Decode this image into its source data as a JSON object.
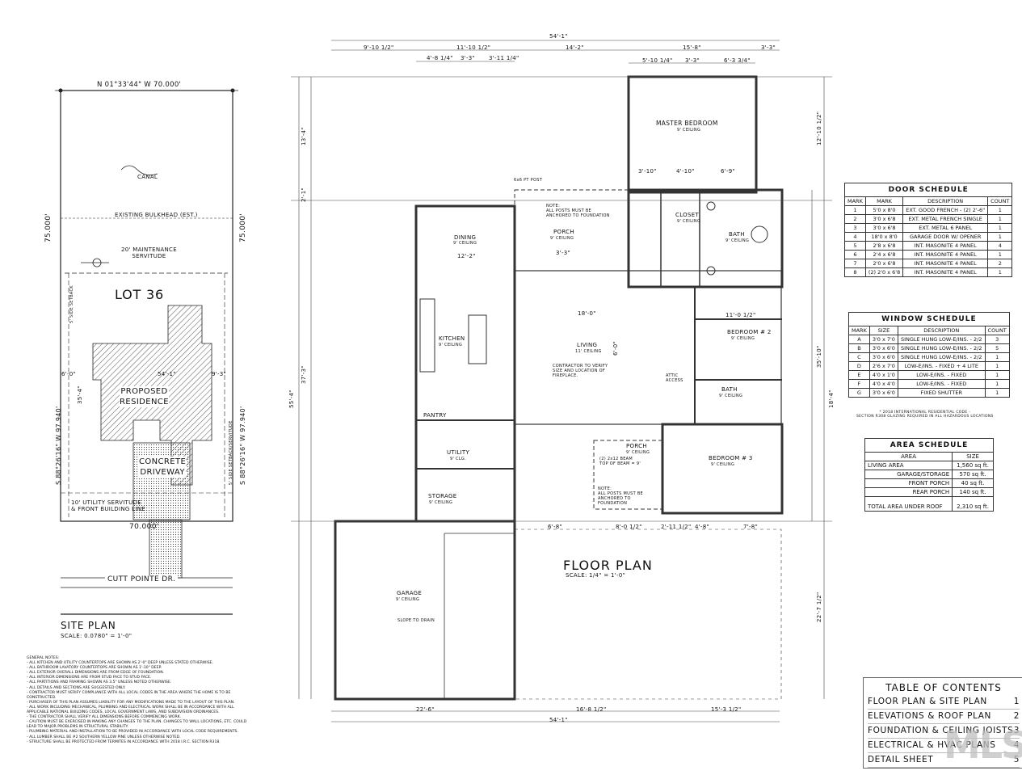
{
  "site_plan": {
    "north_bearing": "N 01°33'44\" W 70.000'",
    "canal": "CANAL",
    "bulkhead": "EXISTING BULKHEAD (EST.)",
    "maintenance_servitude": "20' MAINTENANCE\nSERVITUDE",
    "lot_label": "LOT 36",
    "left_dim": "75.000'",
    "right_dim": "75.000'",
    "left_bearing": "S 88°26'16\" W 97.940'",
    "right_bearing": "S 88°26'16\" W 97.940'",
    "side_setback": "5' SIDE SETBACK",
    "side_setback_right": "5' SIDE SETBACK/SERVITUDE",
    "house_width": "54'-1\"",
    "left_offset": "6'-0\"",
    "right_offset": "9'-3\"",
    "depth_dim": "35'-4\"",
    "proposed_residence": "PROPOSED\nRESIDENCE",
    "driveway": "CONCRETE\nDRIVEWAY",
    "utility_servitude": "10' UTILITY SERVITUDE\n& FRONT BUILDING LINE",
    "front_dim": "70.000'",
    "street": "CUTT POINTE DR.",
    "title": "SITE PLAN",
    "scale": "SCALE: 0.0780\" = 1'-0\""
  },
  "floor_plan": {
    "title": "FLOOR PLAN",
    "scale": "SCALE: 1/4\" = 1'-0\"",
    "overall_top": "54'-1\"",
    "overall_bottom": "54'-1\"",
    "top_dims": [
      "9'-10 1/2\"",
      "11'-10 1/2\"",
      "14'-2\"",
      "15'-8\"",
      "3'-3\""
    ],
    "top_sub_dims": [
      "4'-8 1/4\"",
      "3'-3\"",
      "3'-11 1/4\""
    ],
    "mb_top_dims": [
      "5'-10 1/4\"",
      "3'-3\"",
      "6'-3 3/4\""
    ],
    "bottom_dims": [
      "22'-6\"",
      "16'-8 1/2\"",
      "15'-3 1/2\""
    ],
    "left_dims": [
      "13'-4\"",
      "2'-1\"",
      "37'-3\"",
      "55'-4\""
    ],
    "right_dims": [
      "12'-10 1/2\"",
      "35'-10\"",
      "18'-4\"",
      "22'-7 1/2\""
    ],
    "rooms": {
      "master_bedroom": "MASTER BEDROOM",
      "master_ceiling": "9' CEILING",
      "closet": "CLOSET",
      "closet_ceiling": "9' CEILING",
      "bath": "BATH",
      "bath_ceiling": "9' CEILING",
      "dining": "DINING",
      "dining_ceiling": "9' CEILING",
      "porch": "PORCH",
      "porch_ceiling": "9' CEILING",
      "kitchen": "KITCHEN",
      "kitchen_ceiling": "9' CEILING",
      "living": "LIVING",
      "living_ceiling": "11' CEILING",
      "bedroom2": "BEDROOM # 2",
      "bedroom2_ceiling": "9' CEILING",
      "bath2": "BATH",
      "bath2_ceiling": "9' CEILING",
      "pantry": "PANTRY",
      "utility": "UTILITY",
      "utility_ceiling": "9' CLG.",
      "front_porch": "PORCH",
      "front_porch_ceiling": "9' CEILING",
      "bedroom3": "BEDROOM # 3",
      "bedroom3_ceiling": "9' CEILING",
      "storage": "STORAGE",
      "storage_ceiling": "9' CEILING",
      "garage": "GARAGE",
      "garage_ceiling": "9' CEILING",
      "slope": "SLOPE TO DRAIN"
    },
    "notes": {
      "post_note": "NOTE:\nALL POSTS MUST BE\nANCHORED TO FOUNDATION",
      "fireplace_note": "CONTRACTOR TO VERIFY\nSIZE AND LOCATION OF\nFIREPLACE.",
      "post": "6x6 PT POST",
      "front_post_note": "NOTE:\nALL POSTS MUST BE\nANCHORED TO\nFOUNDATION",
      "beam": "(2) 2x12 BEAM\nTOP OF BEAM = 9'",
      "attic": "ATTIC\nACCESS"
    },
    "room_dims": {
      "dining_w": "12'-2\"",
      "living_w": "18'-0\"",
      "living_h": "6'-0\"",
      "porch_w": "3'-3\"",
      "mb_dims": [
        "3'-10\"",
        "4'-10\"",
        "6'-9\""
      ],
      "bed2_w": "11'-0 1/2\"",
      "front_dims": [
        "6'-8\"",
        "8'-0 1/2\"",
        "2'-11 1/2\"",
        "4'-8\"",
        "7'-8\""
      ]
    }
  },
  "door_schedule": {
    "title": "DOOR SCHEDULE",
    "headers": [
      "MARK",
      "MARK",
      "DESCRIPTION",
      "COUNT"
    ],
    "rows": [
      [
        "1",
        "5'0 x 8'0",
        "EXT. GOOD FRENCH - (2) 2'-6\"",
        "1"
      ],
      [
        "2",
        "3'0 x 6'8",
        "EXT. METAL FRENCH SINGLE",
        "1"
      ],
      [
        "3",
        "3'0 x 6'8",
        "EXT. METAL 6 PANEL",
        "1"
      ],
      [
        "4",
        "18'0 x 8'0",
        "GARAGE DOOR W/ OPENER",
        "1"
      ],
      [
        "5",
        "2'8 x 6'8",
        "INT. MASONITE 4 PANEL",
        "4"
      ],
      [
        "6",
        "2'4 x 6'8",
        "INT. MASONITE 4 PANEL",
        "1"
      ],
      [
        "7",
        "2'0 x 6'8",
        "INT. MASONITE 4 PANEL",
        "2"
      ],
      [
        "8",
        "(2) 2'0 x 6'8",
        "INT. MASONITE 4 PANEL",
        "1"
      ]
    ]
  },
  "window_schedule": {
    "title": "WINDOW SCHEDULE",
    "headers": [
      "MARK",
      "SIZE",
      "DESCRIPTION",
      "COUNT"
    ],
    "rows": [
      [
        "A",
        "3'0 x 7'0",
        "SINGLE HUNG LOW-E/INS. - 2/2",
        "3"
      ],
      [
        "B",
        "3'0 x 6'0",
        "SINGLE HUNG LOW-E/INS. - 2/2",
        "5"
      ],
      [
        "C",
        "3'0 x 6'0",
        "SINGLE HUNG LOW-E/INS. - 2/2",
        "1"
      ],
      [
        "D",
        "2'6 x 7'0",
        "LOW-E/INS. - FIXED + 4 LITE",
        "1"
      ],
      [
        "E",
        "4'0 x 1'0",
        "LOW-E/INS. - FIXED",
        "1"
      ],
      [
        "F",
        "4'0 x 4'0",
        "LOW-E/INS. - FIXED",
        "1"
      ],
      [
        "G",
        "3'0 x 6'0",
        "FIXED SHUTTER",
        "1"
      ]
    ],
    "footnote": "* 2018 INTERNATIONAL RESIDENTIAL CODE -\nSECTION R308 GLAZING REQUIRED IN ALL HAZARDOUS LOCATIONS"
  },
  "area_schedule": {
    "title": "AREA SCHEDULE",
    "headers": [
      "AREA",
      "SIZE"
    ],
    "rows": [
      [
        "LIVING AREA",
        "1,560 sq ft."
      ],
      [
        "GARAGE/STORAGE",
        "570 sq ft."
      ],
      [
        "FRONT PORCH",
        "40 sq ft."
      ],
      [
        "REAR PORCH",
        "140 sq ft."
      ]
    ],
    "total_label": "TOTAL AREA UNDER ROOF",
    "total_value": "2,310 sq ft."
  },
  "toc": {
    "title": "TABLE OF CONTENTS",
    "rows": [
      [
        "FLOOR PLAN & SITE PLAN",
        "1"
      ],
      [
        "ELEVATIONS & ROOF PLAN",
        "2"
      ],
      [
        "FOUNDATION & CEILING JOISTS",
        "3"
      ],
      [
        "ELECTRICAL & HVAC PLANS",
        "4"
      ],
      [
        "DETAIL SHEET",
        "5"
      ]
    ]
  },
  "general_notes": {
    "title": "GENERAL NOTES:",
    "lines": [
      "- ALL KITCHEN AND UTILITY COUNTERTOPS ARE SHOWN AS 2'-0\" DEEP UNLESS STATED OTHERWISE.",
      "- ALL BATHROOM LAVATORY COUNTERTOPS ARE SHOWN AS 1'-10\" DEEP.",
      "- ALL EXTERIOR OVERALL DIMENSIONS ARE FROM EDGE OF FOUNDATION.",
      "- ALL INTERIOR DIMENSIONS ARE FROM STUD FACE TO STUD FACE.",
      "- ALL PARTITIONS AND FRAMING SHOWN AS 3.5\" UNLESS NOTED OTHERWISE.",
      "- ALL DETAILS AND SECTIONS ARE SUGGESTED ONLY.",
      "- CONTRACTOR MUST VERIFY COMPLIANCE WITH ALL LOCAL CODES IN THE AREA WHERE THE HOME IS TO BE",
      "  CONSTRUCTED.",
      "- PURCHASER OF THIS PLAN ASSUMES LIABILITY FOR ANY MODIFICATIONS MADE TO THE LAYOUT OF THIS PLAN.",
      "- ALL WORK INCLUDING MECHANICAL, PLUMBING AND ELECTRICAL WORK SHALL BE IN ACCORDANCE WITH ALL",
      "  APPLICABLE NATIONAL BUILDING CODES, LOCAL GOVERNMENT LAWS, AND SUBDIVISION ORDINANCES.",
      "- THE CONTRACTOR SHALL VERIFY ALL DIMENSIONS BEFORE COMMENCING WORK.",
      "- CAUTION MUST BE EXERCISED IN MAKING ANY CHANGES TO THE PLAN. CHANGES TO WALL LOCATIONS, ETC. COULD",
      "  LEAD TO MAJOR PROBLEMS IN STRUCTURAL STABILITY.",
      "- PLUMBING MATERIAL AND INSTALLATION TO BE PROVIDED IN ACCORDANCE WITH LOCAL CODE REQUIREMENTS.",
      "- ALL LUMBER SHALL BE #2 SOUTHERN YELLOW PINE UNLESS OTHERWISE NOTED.",
      "- STRUCTURE SHALL BE PROTECTED FROM TERMITES IN ACCORDANCE WITH 2018 I.R.C. SECTION R318."
    ]
  },
  "watermark": "MLS",
  "colors": {
    "line": "#222222",
    "hatch": "#555555",
    "watermark": "#bfbfbf"
  }
}
